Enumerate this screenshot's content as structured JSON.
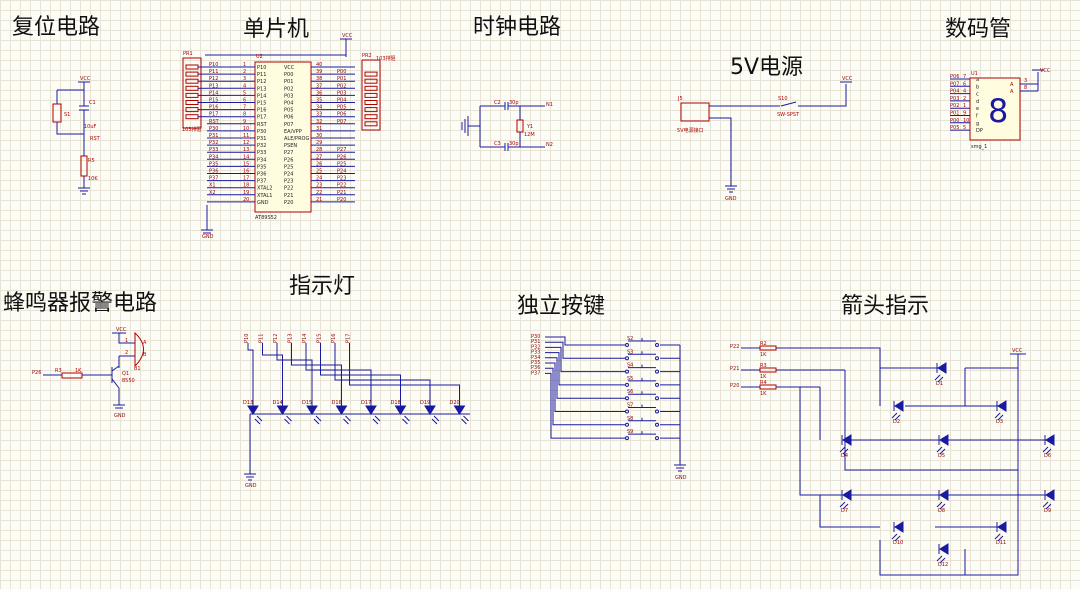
{
  "titles": {
    "reset": "复位电路",
    "mcu": "单片机",
    "clock": "时钟电路",
    "seg": "数码管",
    "power": "5V电源",
    "buzzer": "蜂鸣器报警电路",
    "leds": "指示灯",
    "keys": "独立按键",
    "arrow": "箭头指示"
  },
  "reset": {
    "vcc": "VCC",
    "s": "S1",
    "c": "C1",
    "cval": "10uF",
    "rst": "RST",
    "r": "R5",
    "rval": "10K"
  },
  "mcu": {
    "vcc": "VCC",
    "gnd": "GND",
    "u": "U2",
    "part": "AT89S52",
    "pr1": "PR1",
    "pr2": "PR2",
    "pr1_val": "103排阻",
    "pr2_val": "103排阻",
    "left_pins": [
      "P10",
      "P11",
      "P12",
      "P13",
      "P14",
      "P15",
      "P16",
      "P17",
      "RST",
      "P30",
      "P31",
      "P32",
      "P33",
      "P34",
      "P35",
      "P36",
      "P37",
      "XTAL2",
      "XTAL1",
      "GND"
    ],
    "left_nums": [
      "1",
      "2",
      "3",
      "4",
      "5",
      "6",
      "7",
      "8",
      "9",
      "10",
      "11",
      "12",
      "13",
      "14",
      "15",
      "16",
      "17",
      "18",
      "19",
      "20"
    ],
    "left_nets": [
      "P10",
      "P11",
      "P12",
      "P13",
      "P14",
      "P15",
      "P16",
      "P17",
      "RST",
      "P30",
      "P31",
      "P32",
      "P33",
      "P34",
      "P35",
      "P36",
      "P37",
      "X1",
      "X2",
      ""
    ],
    "right_pins": [
      "VCC",
      "P00",
      "P01",
      "P02",
      "P03",
      "P04",
      "P05",
      "P06",
      "P07",
      "EA/VPP",
      "ALE/PROG",
      "PSEN",
      "P27",
      "P26",
      "P25",
      "P24",
      "P23",
      "P22",
      "P21",
      "P20"
    ],
    "right_nums": [
      "40",
      "39",
      "38",
      "37",
      "36",
      "35",
      "34",
      "33",
      "32",
      "31",
      "30",
      "29",
      "28",
      "27",
      "26",
      "25",
      "24",
      "23",
      "22",
      "21"
    ],
    "right_nets": [
      "",
      "P00",
      "P01",
      "P02",
      "P03",
      "P04",
      "P05",
      "P06",
      "P07",
      "",
      "",
      "",
      "P27",
      "P26",
      "P25",
      "P24",
      "P23",
      "P22",
      "P21",
      "P20"
    ]
  },
  "clock": {
    "c2": "C2",
    "c3": "C3",
    "cval": "30p",
    "y": "Y1",
    "yval": "12M",
    "n1": "N1",
    "n2": "N2"
  },
  "power": {
    "j": "J5",
    "jdesc": "5V电源接口",
    "s": "S10",
    "sdesc": "SW-SPST",
    "vcc": "VCC",
    "gnd": "GND"
  },
  "seg": {
    "u": "U1",
    "part": "smg_1",
    "vcc": "VCC",
    "nets": [
      "P06",
      "P07",
      "P04",
      "P03",
      "P02",
      "P01",
      "P00",
      "P05"
    ],
    "nums": [
      "7",
      "6",
      "4",
      "2",
      "1",
      "9",
      "10",
      "5"
    ],
    "pins": [
      "a",
      "b",
      "c",
      "d",
      "e",
      "f",
      "g",
      "DP"
    ],
    "com": [
      "A",
      "A"
    ],
    "com_nums": [
      "3",
      "8"
    ],
    "digit": "8"
  },
  "buzzer": {
    "vcc": "VCC",
    "gnd": "GND",
    "net": "P26",
    "r": "R3",
    "rval": "1K",
    "q": "Q1",
    "qval": "8550",
    "b": "B1",
    "pa": "A",
    "pb": "B",
    "p1": "1",
    "p2": "2"
  },
  "leds": {
    "gnd": "GND",
    "nets": [
      "P10",
      "P11",
      "P12",
      "P13",
      "P14",
      "P15",
      "P16",
      "P17"
    ],
    "names": [
      "D13",
      "D14",
      "D15",
      "D16",
      "D17",
      "D18",
      "D19",
      "D20"
    ]
  },
  "keys": {
    "gnd": "GND",
    "nets": [
      "P30",
      "P31",
      "P32",
      "P33",
      "P34",
      "P35",
      "P36",
      "P37"
    ],
    "names": [
      "S2",
      "S3",
      "S4",
      "S5",
      "S6",
      "S7",
      "S8",
      "S9"
    ]
  },
  "arrow": {
    "vcc": "VCC",
    "nets": [
      "P22",
      "P21",
      "P20"
    ],
    "res": [
      "R2",
      "R3",
      "R4"
    ],
    "rval": "1K",
    "diodes": [
      "D1",
      "D2",
      "D3",
      "D4",
      "D5",
      "D6",
      "D7",
      "D8",
      "D9",
      "D10",
      "D11",
      "D12"
    ]
  }
}
